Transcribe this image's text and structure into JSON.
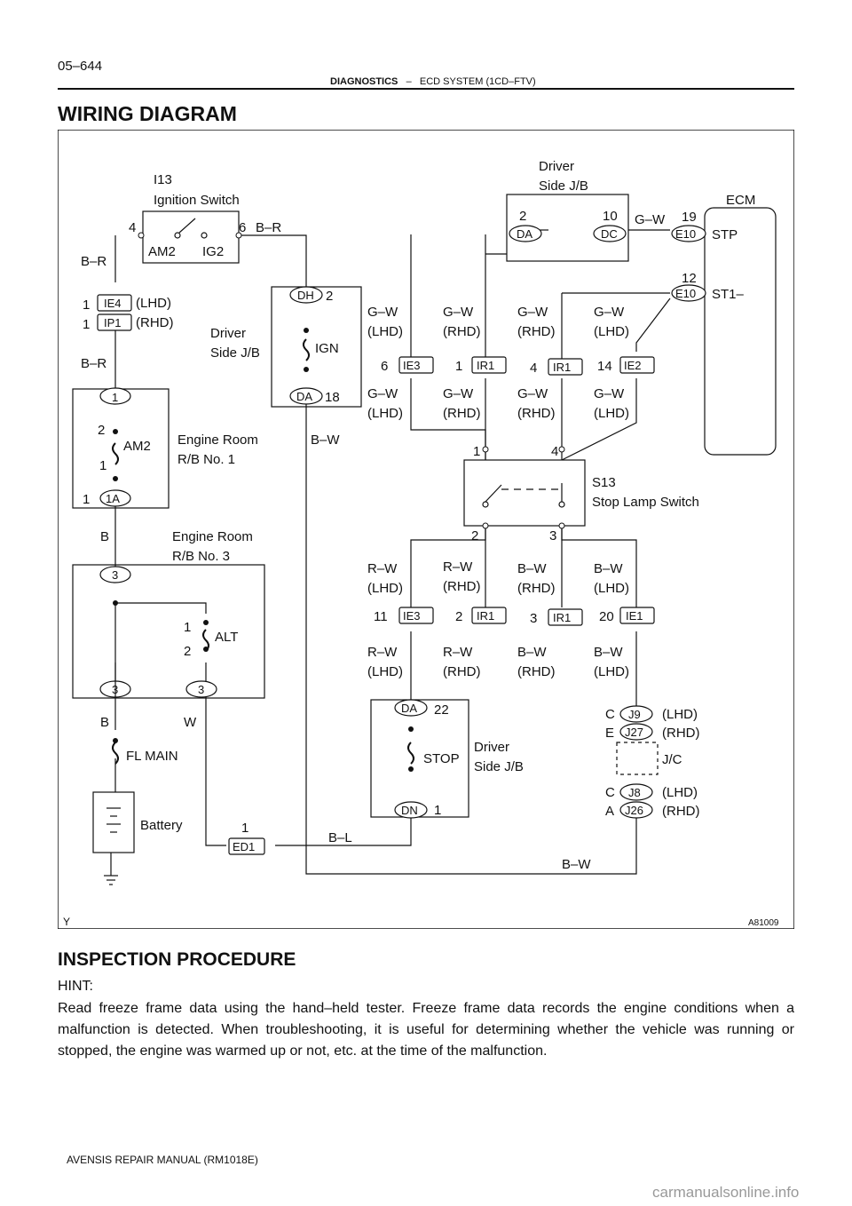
{
  "header": {
    "page_number": "05–644",
    "section": "DIAGNOSTICS",
    "dash": "–",
    "subsection": "ECD SYSTEM (1CD–FTV)"
  },
  "title": "WIRING DIAGRAM",
  "diagram": {
    "figure_id": "A81009",
    "corner_mark": "Y",
    "labels": {
      "ign_switch_id": "I13",
      "ign_switch_name": "Ignition Switch",
      "am2": "AM2",
      "ig2": "IG2",
      "driver": "Driver",
      "side_jb": "Side J/B",
      "ecm": "ECM",
      "stp": "STP",
      "st1": "ST1–",
      "ign": "IGN",
      "engine_room": "Engine Room",
      "rb1": "R/B No. 1",
      "rb3": "R/B No. 3",
      "alt": "ALT",
      "fl_main": "FL MAIN",
      "battery": "Battery",
      "stop": "STOP",
      "s13": "S13",
      "stop_lamp_switch": "Stop Lamp Switch",
      "jc": "J/C",
      "lhd": "(LHD)",
      "rhd": "(RHD)"
    },
    "wires": {
      "br": "B–R",
      "bw": "B–W",
      "gw": "G–W",
      "rw": "R–W",
      "bl": "B–L",
      "b": "B",
      "w": "W"
    },
    "connectors": {
      "ie4": "IE4",
      "ip1": "IP1",
      "dh": "DH",
      "da": "DA",
      "dc": "DC",
      "e10": "E10",
      "ie3": "IE3",
      "ir1": "IR1",
      "ie2": "IE2",
      "ie1": "IE1",
      "c1a": "1A",
      "ed1": "ED1",
      "dn": "DN",
      "j9": "J9",
      "j27": "J27",
      "j8": "J8",
      "j26": "J26"
    },
    "pins": {
      "p1": "1",
      "p2": "2",
      "p3": "3",
      "p4": "4",
      "p6": "6",
      "p10": "10",
      "p11": "11",
      "p12": "12",
      "p14": "14",
      "p18": "18",
      "p19": "19",
      "p20": "20",
      "p22": "22",
      "c": "C",
      "e": "E",
      "a": "A"
    }
  },
  "inspection": {
    "title": "INSPECTION PROCEDURE",
    "hint_label": "HINT:",
    "hint_text": "Read freeze frame data using the hand–held tester. Freeze frame data records the engine conditions when a malfunction is detected. When troubleshooting, it is useful for determining whether the vehicle was running or stopped, the engine was warmed up or not, etc. at the time of the malfunction."
  },
  "footer": "AVENSIS REPAIR MANUAL   (RM1018E)",
  "watermark": "carmanualsonline.info"
}
